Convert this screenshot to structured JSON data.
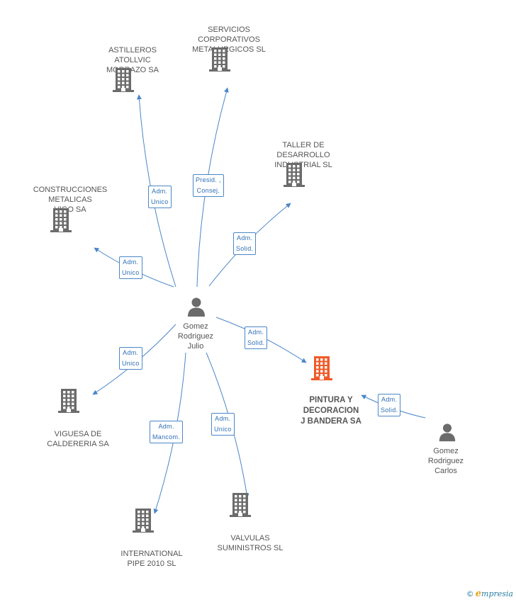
{
  "colors": {
    "line": "#4a86c8",
    "icon": "#6b6b6b",
    "highlight": "#f05a28",
    "text": "#555555"
  },
  "center": {
    "name": "Gomez\nRodriguez\nJulio"
  },
  "companies": [
    {
      "id": "astilleros",
      "name": "ASTILLEROS\nATOLLVIC\nMORRAZO SA"
    },
    {
      "id": "servicios",
      "name": "SERVICIOS\nCORPORATIVOS\nMETALURGICOS SL"
    },
    {
      "id": "taller",
      "name": "TALLER DE\nDESARROLLO\nINDUSTRIAL SL"
    },
    {
      "id": "construcciones",
      "name": "CONSTRUCCIONES\nMETALICAS\nVIGO SA"
    },
    {
      "id": "pintura",
      "name": "PINTURA Y\nDECORACION\nJ BANDERA SA",
      "highlight": true
    },
    {
      "id": "viguesa",
      "name": "VIGUESA DE\nCALDERERIA SA"
    },
    {
      "id": "international",
      "name": "INTERNATIONAL\nPIPE 2010 SL"
    },
    {
      "id": "valvulas",
      "name": "VALVULAS\nSUMINISTROS SL"
    }
  ],
  "other_people": [
    {
      "id": "carlos",
      "name": "Gomez\nRodriguez\nCarlos"
    }
  ],
  "relations": [
    {
      "to": "astilleros",
      "label": "Adm.\nUnico"
    },
    {
      "to": "servicios",
      "label": "Presid. ,\nConsej."
    },
    {
      "to": "taller",
      "label": "Adm.\nSolid."
    },
    {
      "to": "construcciones",
      "label": "Adm.\nUnico"
    },
    {
      "to": "pintura",
      "label": "Adm.\nSolid."
    },
    {
      "to": "viguesa",
      "label": "Adm.\nUnico"
    },
    {
      "to": "international",
      "label": "Adm.\nMancom."
    },
    {
      "to": "valvulas",
      "label": "Adm.\nUnico"
    },
    {
      "from": "carlos",
      "to": "pintura",
      "label": "Adm.\nSolid."
    }
  ],
  "watermark": {
    "copyright": "©",
    "brand_first": "e",
    "brand_rest": "mpresia"
  }
}
